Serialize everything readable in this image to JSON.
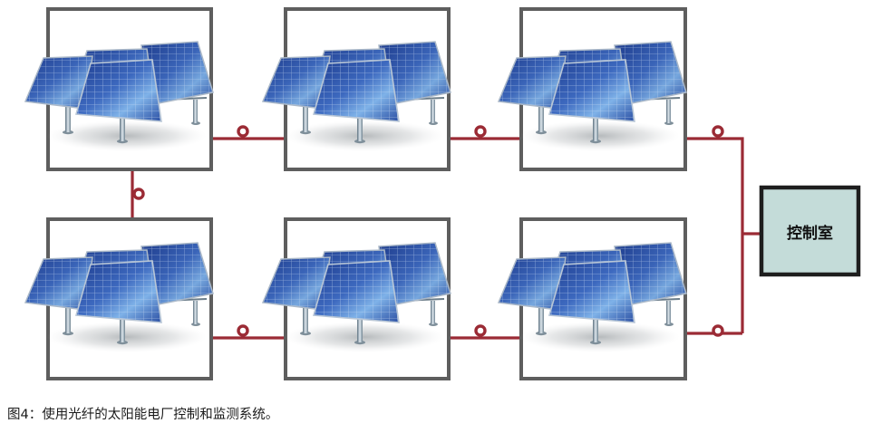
{
  "control_room": {
    "label": "控制室"
  },
  "caption": "图4：使用光纤的太阳能电厂控制和监测系统。",
  "colors": {
    "box_border": "#5e5e5e",
    "fiber_link": "#9b2b35",
    "control_fill": "#c4dcd9",
    "panel_dark": "#1e3c8e",
    "panel_light": "#7fb2e8"
  },
  "icons": [
    "solar-panel-array-icon",
    "fiber-connector-icon"
  ],
  "solar_arrays": [
    {
      "position": "top-left"
    },
    {
      "position": "top-middle"
    },
    {
      "position": "top-right"
    },
    {
      "position": "bottom-left"
    },
    {
      "position": "bottom-middle"
    },
    {
      "position": "bottom-right"
    }
  ]
}
